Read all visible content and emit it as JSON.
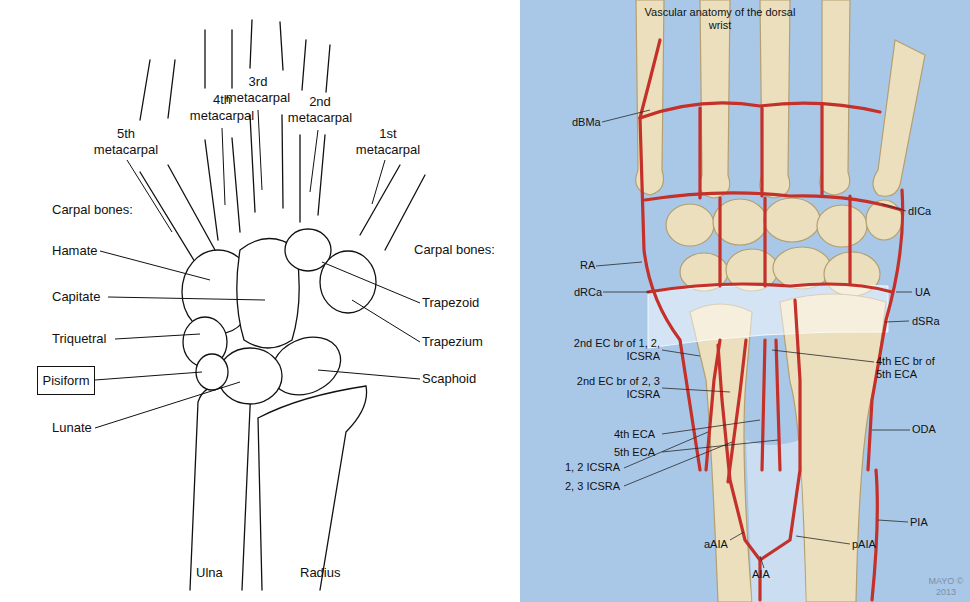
{
  "diagram": {
    "nodes": [
      {
        "text": [
          "Pisiform"
        ]
      }
    ],
    "labels": [
      "5th metacarpal",
      "4th metacarpal",
      "3rd metacarpal",
      "2nd metacarpal",
      "1st metacarpal",
      "Carpal bones:",
      "Hamate",
      "Capitate",
      "Triquetral",
      "Lunate",
      "Carpal bones:",
      "Trapezoid",
      "Trapezium",
      "Scaphoid",
      "Ulna",
      "Radius",
      "Vascular anatomy of the dorsal wrist",
      "dBMa",
      "dICa",
      "RA",
      "UA",
      "dRCa",
      "dSRa",
      "2nd EC br of 1, 2, ICSRA",
      "4th EC br of 5th ECA",
      "2nd EC br of 2, 3 ICSRA",
      "4th ECA",
      "5th ECA",
      "ODA",
      "1, 2 ICSRA",
      "2, 3 ICSRA",
      "PIA",
      "aAIA",
      "pAIA",
      "AIA",
      "MAYO © 2013"
    ]
  }
}
